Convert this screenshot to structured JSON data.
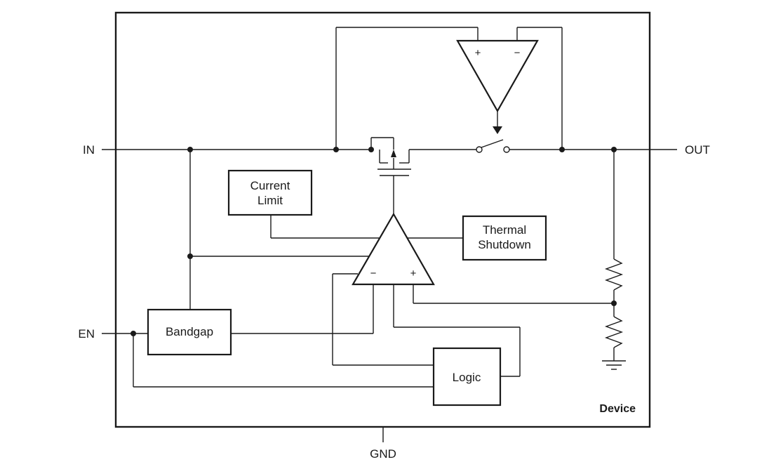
{
  "pins": {
    "in": "IN",
    "out": "OUT",
    "en": "EN",
    "gnd": "GND"
  },
  "blocks": {
    "current_limit": [
      "Current",
      "Limit"
    ],
    "thermal_shutdown": [
      "Thermal",
      "Shutdown"
    ],
    "bandgap": "Bandgap",
    "logic": "Logic"
  },
  "amplifiers": {
    "top": {
      "plus": "+",
      "minus": "−"
    },
    "error": {
      "plus": "+",
      "minus": "−"
    }
  },
  "device_label": "Device"
}
